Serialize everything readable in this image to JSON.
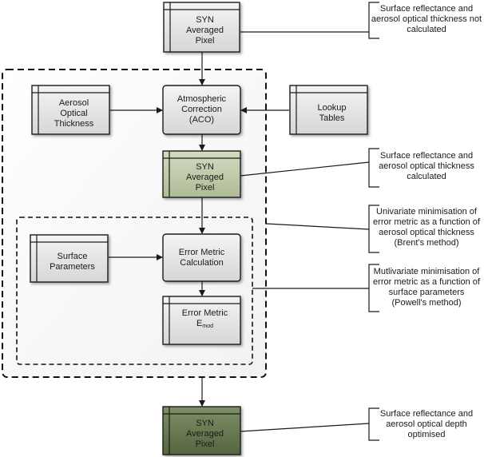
{
  "nodes": {
    "syn_top": {
      "line1": "SYN",
      "line2": "Averaged",
      "line3": "Pixel"
    },
    "aot": {
      "line1": "Aerosol",
      "line2": "Optical",
      "line3": "Thickness"
    },
    "aco": {
      "line1": "Atmospheric",
      "line2": "Correction",
      "line3": "(ACO)"
    },
    "lookup": {
      "line1": "Lookup",
      "line2": "Tables"
    },
    "syn_mid": {
      "line1": "SYN",
      "line2": "Averaged",
      "line3": "Pixel"
    },
    "surface": {
      "line1": "Surface",
      "line2": "Parameters"
    },
    "emc": {
      "line1": "Error Metric",
      "line2": "Calculation"
    },
    "emod": {
      "line1": "Error Metric",
      "line2_main": "E",
      "line2_sub": "mod"
    },
    "syn_bottom": {
      "line1": "SYN",
      "line2": "Averaged",
      "line3": "Pixel"
    }
  },
  "notes": {
    "n1": {
      "l1": "Surface reflectance and",
      "l2": "aerosol optical thickness not",
      "l3": "calculated"
    },
    "n2": {
      "l1": "Surface reflectance and",
      "l2": "aerosol optical thickness",
      "l3": "calculated"
    },
    "n3": {
      "l1": "Univariate minimisation of",
      "l2": "error metric as a function of",
      "l3": "aerosol optical thickness",
      "l4": "(Brent's method)"
    },
    "n4": {
      "l1": "Mutlivariate minimisation of",
      "l2": "error metric as a function of",
      "l3": "surface parameters",
      "l4": "(Powell's method)"
    },
    "n5": {
      "l1": "Surface reflectance and",
      "l2": "aerosol optical depth",
      "l3": "optimised"
    }
  },
  "colors": {
    "box_fill_light": "#e6e6e6",
    "box_fill_green_light": "#c4ceb0",
    "box_fill_green_dark": "#6b7d55",
    "stroke": "#1a1a1a"
  }
}
